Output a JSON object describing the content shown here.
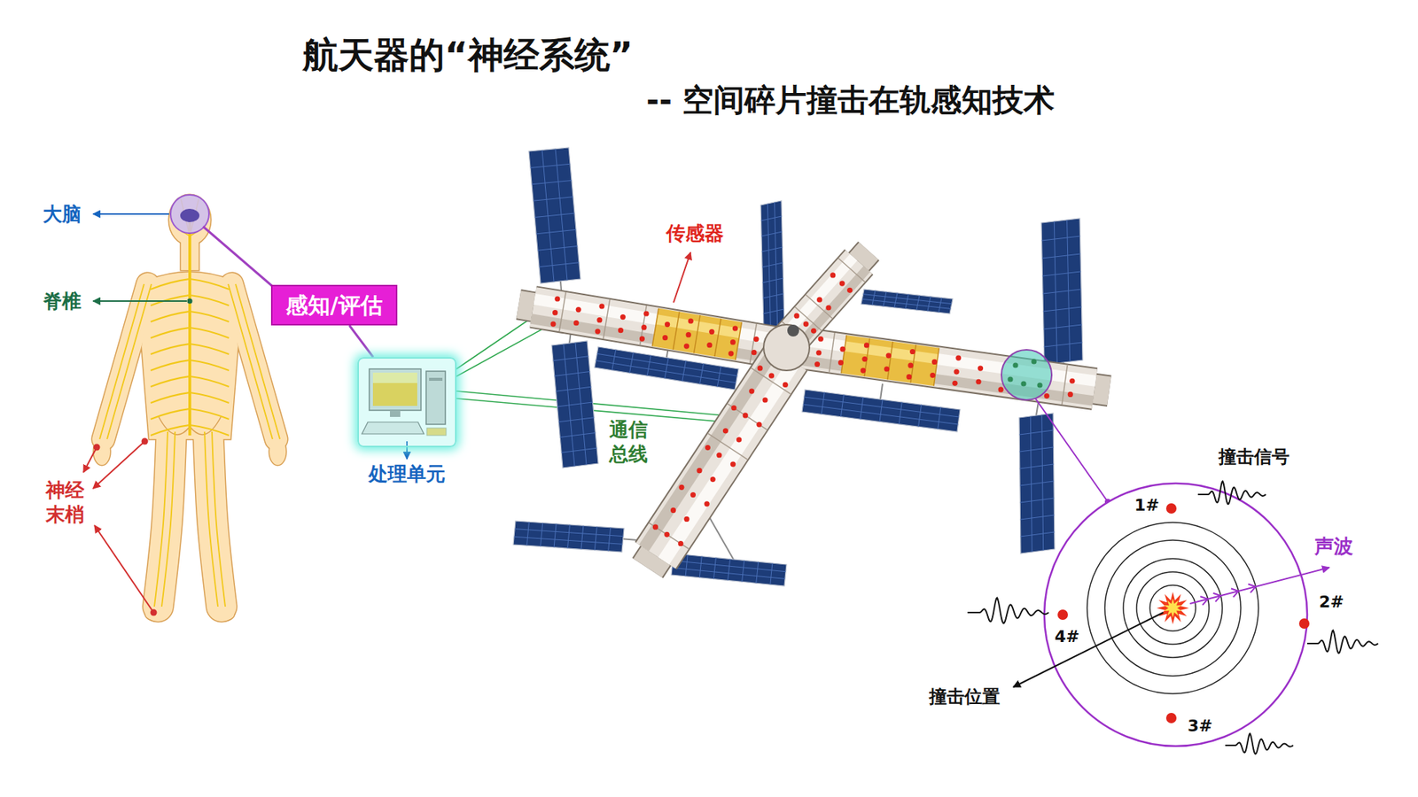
{
  "diagram": {
    "title": "航天器的“神经系统”",
    "nodes": [
      {
        "text": [
          "感知/评估"
        ]
      },
      {
        "text": [
          "处理单元"
        ]
      }
    ],
    "edges": [
      {
        "from": 0,
        "to": 1,
        "arrow": "none"
      }
    ],
    "labels": [
      "-- 空间碎片撞击在轨感知技术",
      "大脑",
      "脊椎",
      "神经 末梢",
      "传感器",
      "通信 总线",
      "撞击信号",
      "1#",
      "声波",
      "2#",
      "4#",
      "3#",
      "撞击位置"
    ]
  }
}
